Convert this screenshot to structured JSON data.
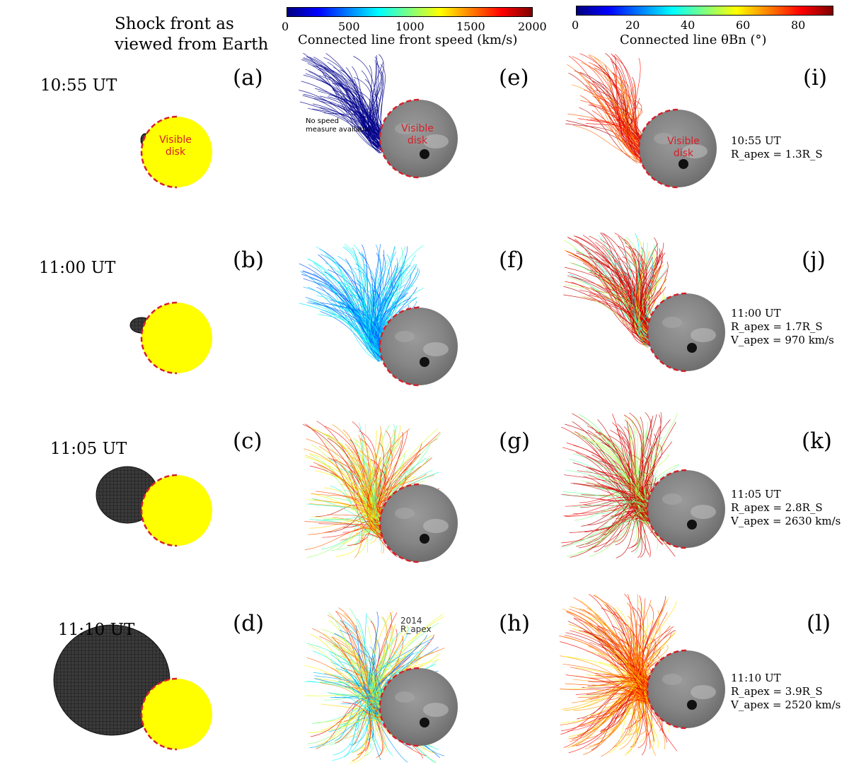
{
  "header": {
    "title_line1": "Shock front as",
    "title_line2": "viewed from Earth"
  },
  "colorbar_speed": {
    "ticks": [
      "0",
      "500",
      "1000",
      "1500",
      "2000"
    ],
    "label": "Connected line front speed (km/s)",
    "colormap": "jet"
  },
  "colorbar_theta": {
    "ticks": [
      "0",
      "20",
      "40",
      "60",
      "80"
    ],
    "label": "Connected line θBn (°)",
    "colormap": "jet"
  },
  "rows": [
    {
      "time": "10:55 UT",
      "left_label": "(a)",
      "mid_label": "(e)",
      "right_label": "(i)",
      "info1": "10:55 UT",
      "info2": "R_apex = 1.3R_S",
      "info3": ""
    },
    {
      "time": "11:00 UT",
      "left_label": "(b)",
      "mid_label": "(f)",
      "right_label": "(j)",
      "info1": "11:00 UT",
      "info2": "R_apex = 1.7R_S",
      "info3": "V_apex = 970 km/s"
    },
    {
      "time": "11:05 UT",
      "left_label": "(c)",
      "mid_label": "(g)",
      "right_label": "(k)",
      "info1": "11:05 UT",
      "info2": "R_apex = 2.8R_S",
      "info3": "V_apex = 2630 km/s"
    },
    {
      "time": "11:10 UT",
      "left_label": "(d)",
      "mid_label": "(h)",
      "right_label": "(l)",
      "info1": "11:10 UT",
      "info2": "R_apex = 3.9R_S",
      "info3": "V_apex = 2520 km/s"
    }
  ],
  "annotations": {
    "visible": "Visible",
    "disk": "disk",
    "no_speed_1": "No speed",
    "no_speed_2": "measure available",
    "overlay_h_1": "2014",
    "overlay_h_2": "R_apex"
  },
  "colors": {
    "sun": "#ffff00",
    "limb": "#d4202a",
    "shock": "#222222"
  }
}
